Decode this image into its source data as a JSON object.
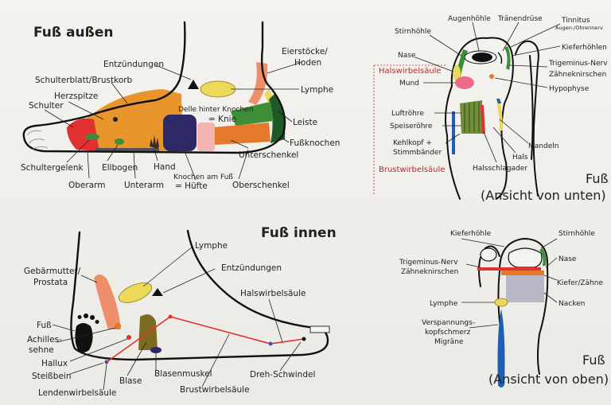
{
  "colors": {
    "orange": "#e8962c",
    "salmon": "#ec8f6a",
    "red": "#e03131",
    "yellow": "#ecd95a",
    "green": "#3e8e37",
    "darkgreen": "#1f5a26",
    "navy": "#2d2866",
    "pink": "#f2b5b0",
    "olive": "#7d6b1f",
    "blue": "#1f5fb3",
    "gray": "#b9b6c6"
  },
  "panels": {
    "outer": {
      "title": "Fuß außen",
      "labels": {
        "entzuendungen": "Entzündungen",
        "eierstoecke_1": "Eierstöcke/",
        "eierstoecke_2": "Hoden",
        "schulterblatt": "Schulterblatt/Brustkorb",
        "lymphe": "Lymphe",
        "herzspitze": "Herzspitze",
        "schulter": "Schulter",
        "delle_1": "Delle hinter Knochen",
        "delle_2": "= Knie",
        "leiste": "Leiste",
        "fussknochen": "Fußknochen",
        "schultergelenk": "Schultergelenk",
        "ellbogen": "Ellbogen",
        "hand": "Hand",
        "unterschenkel": "Unterschenkel",
        "oberarm": "Oberarm",
        "unterarm": "Unterarm",
        "knochen_1": "Knochen am Fuß",
        "knochen_2": "= Hüfte",
        "oberschenkel": "Oberschenkel"
      }
    },
    "inner": {
      "title": "Fuß innen",
      "labels": {
        "lymphe": "Lymphe",
        "gebaermutter_1": "Gebärmutter/",
        "gebaermutter_2": "Prostata",
        "entzuendungen": "Entzündungen",
        "halswirbelsaeule": "Halswirbelsäule",
        "fuss": "Fuß",
        "achilles_1": "Achilles-",
        "achilles_2": "sehne",
        "hallux": "Hallux",
        "steissbein": "Steißbein",
        "blase": "Blase",
        "blasenmuskel": "Blasenmuskel",
        "dreh": "Dreh-Schwindel",
        "lendenwirbel": "Lendenwirbelsäule",
        "brustwirbel": "Brustwirbelsäule"
      }
    },
    "bottom_view": {
      "title_1": "Fuß",
      "title_2": "(Ansicht von unten)",
      "labels": {
        "augenhoehle": "Augenhöhle",
        "traenendruese": "Tränendrüse",
        "tinnitus": "Tinnitus",
        "tinnitus_sub": "Augen-/Ohrennerv",
        "stirnhoehle": "Stirnhöhle",
        "kieferhoehlen": "Kieferhöhlen",
        "nase": "Nase",
        "trigeminus": "Trigeminus-Nerv",
        "zaehneknirschen": "Zähneknirschen",
        "halswirbel": "Halswirbelsäule",
        "mund": "Mund",
        "hypophyse": "Hypophyse",
        "luftroehre": "Luftröhre",
        "speiseroehre": "Speiseröhre",
        "mandeln": "Mandeln",
        "kehlkopf_1": "Kehlkopf +",
        "kehlkopf_2": "Stimmbänder",
        "hals": "Hals",
        "brustwirbel": "Brustwirbelsäule",
        "halsschlagader": "Halsschlagader"
      }
    },
    "top_view": {
      "title_1": "Fuß",
      "title_2": "(Ansicht von oben)",
      "labels": {
        "kieferhoehle": "Kieferhöhle",
        "stirnhoehle": "Stirnhöhle",
        "trigeminus": "Trigeminus-Nerv",
        "zaehneknirschen": "Zähneknirschen",
        "nase": "Nase",
        "kiefer": "Kiefer/Zähne",
        "lymphe": "Lymphe",
        "nacken": "Nacken",
        "verspannung_1": "Verspannungs-",
        "verspannung_2": "kopfschmerz",
        "verspannung_3": "Migräne"
      }
    }
  }
}
